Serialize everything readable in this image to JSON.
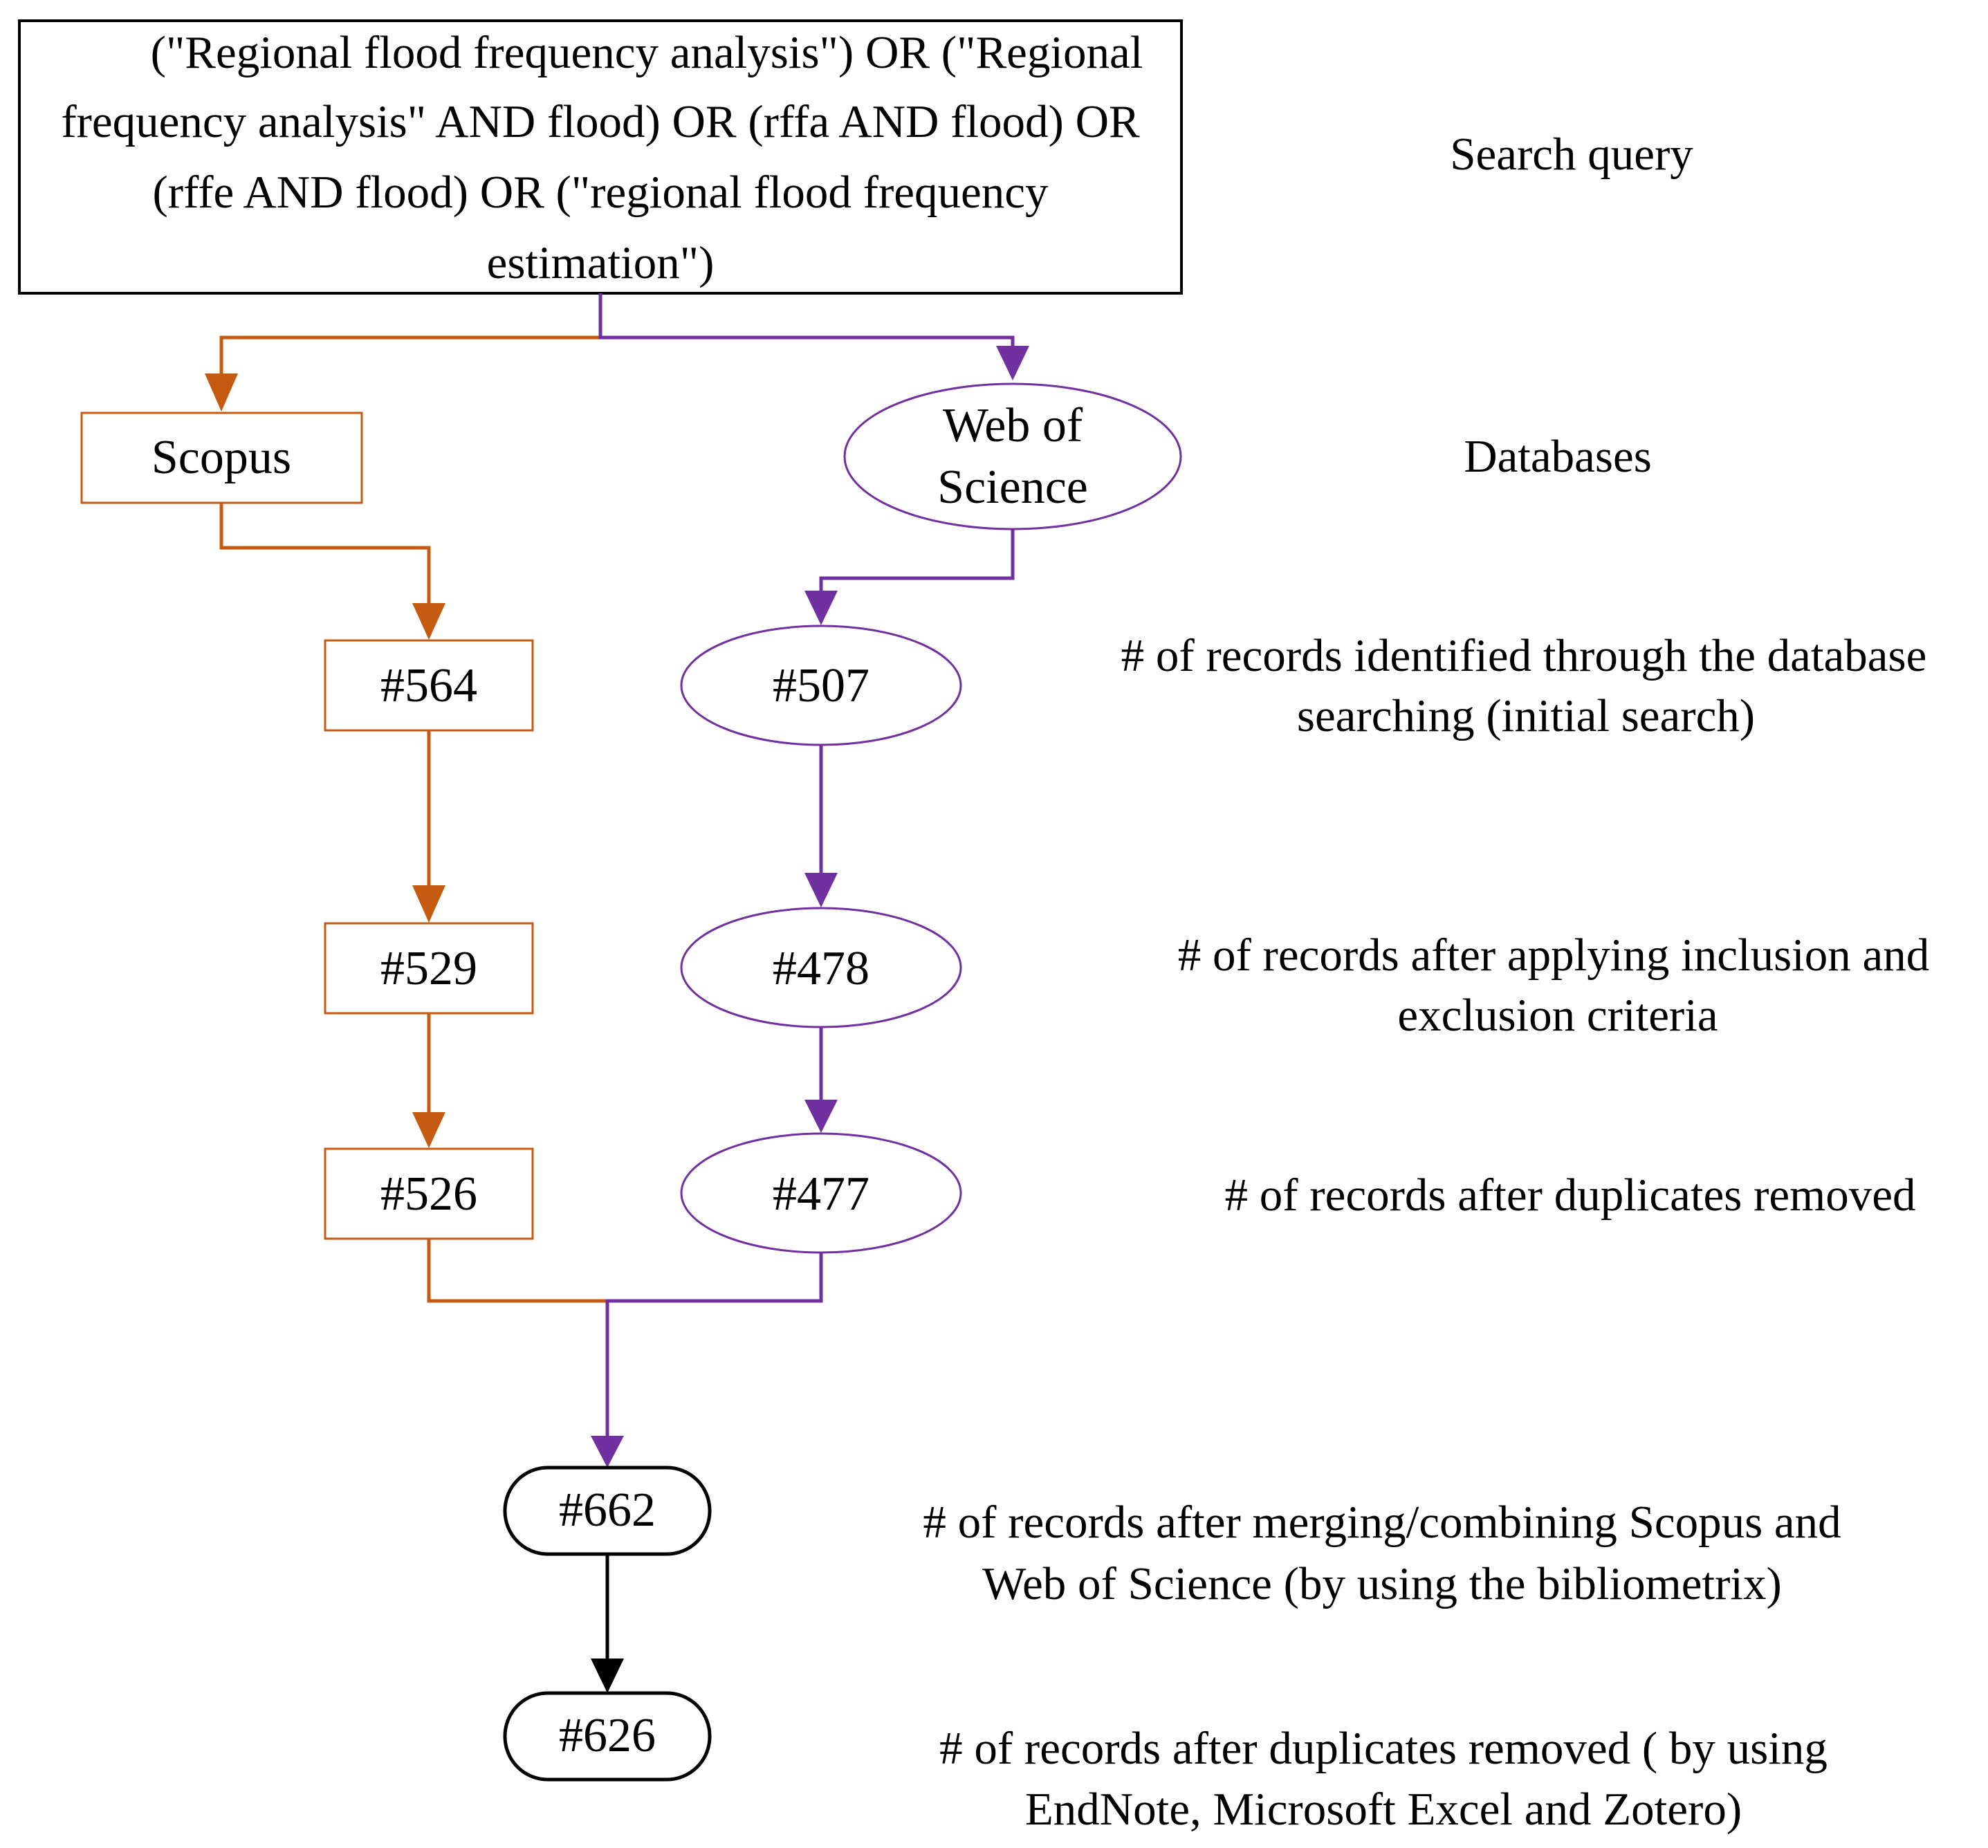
{
  "search_query": {
    "lines": [
      "(\"Regional flood frequency analysis\") OR  (\"Regional",
      "frequency analysis\" AND flood) OR  (rffa AND flood) OR",
      "(rffe AND flood) OR  (\"regional flood frequency",
      "estimation\")"
    ]
  },
  "nodes": {
    "scopus": "Scopus",
    "wos": [
      "Web of",
      "Science"
    ],
    "scopus_initial": "#564",
    "wos_initial": "#507",
    "scopus_criteria": "#529",
    "wos_criteria": "#478",
    "scopus_dedup": "#526",
    "wos_dedup": "#477",
    "merged": "#662",
    "final": "#626"
  },
  "stage_labels": {
    "search_query": [
      "Search query"
    ],
    "databases": [
      "Databases"
    ],
    "initial_search": [
      "# of records identified through the database",
      "searching (initial search)"
    ],
    "criteria": [
      "# of records after applying inclusion and",
      "exclusion criteria"
    ],
    "dedup": [
      "# of records after duplicates removed"
    ],
    "merged": [
      "# of records after merging/combining Scopus and",
      "Web of Science (by using the bibliometrix)"
    ],
    "final": [
      "# of records after duplicates removed ( by using",
      "EndNote, Microsoft Excel and Zotero)"
    ]
  },
  "colors": {
    "scopus": "#C55A11",
    "wos": "#7030A0",
    "neutral": "#000000"
  }
}
